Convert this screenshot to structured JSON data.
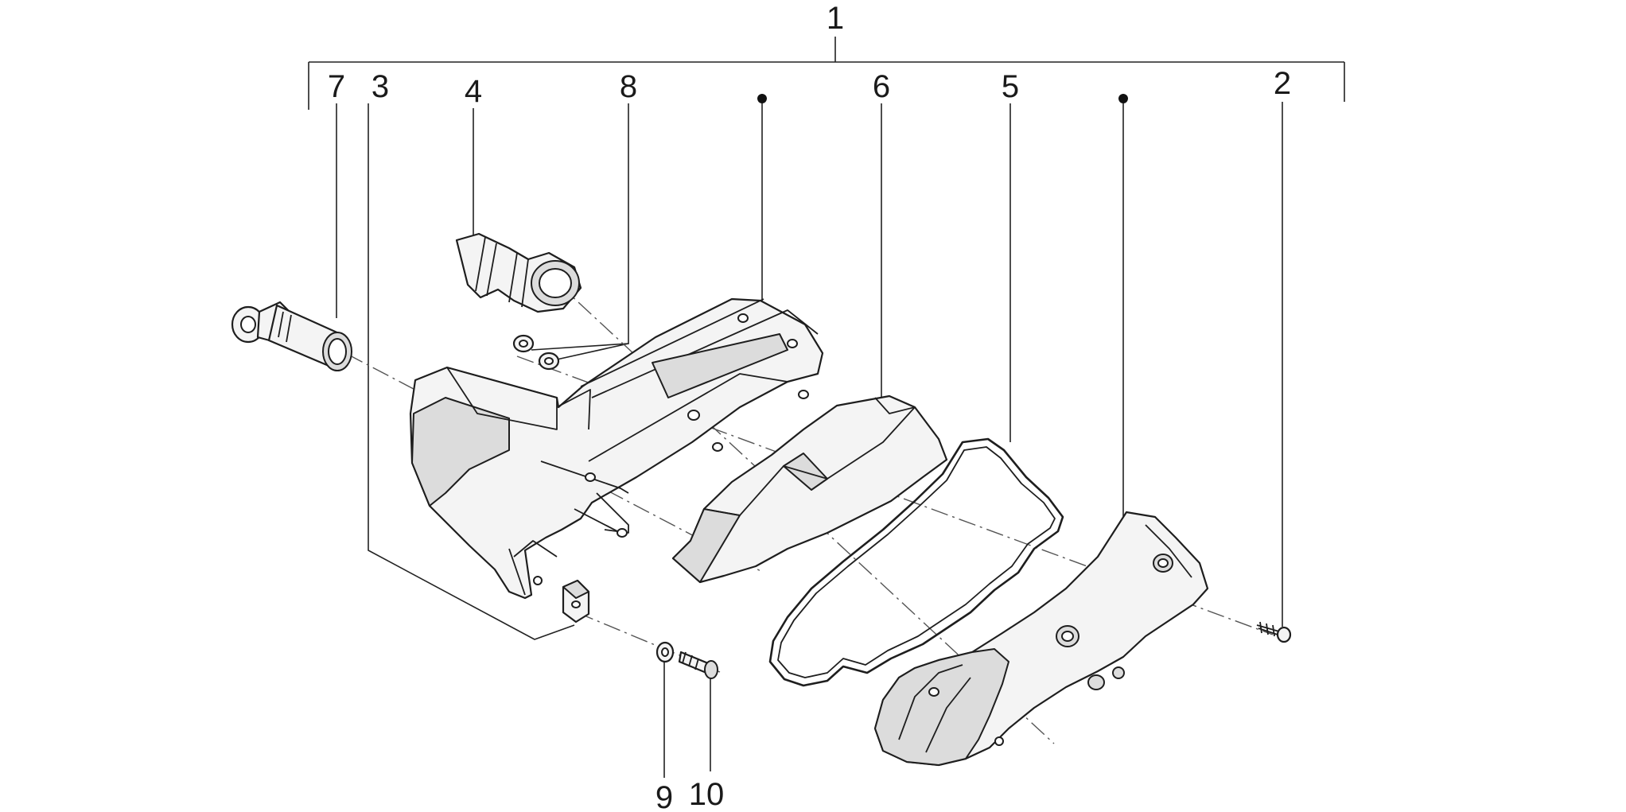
{
  "callouts": {
    "c1": "1",
    "c2": "2",
    "c3": "3",
    "c4": "4",
    "c5": "5",
    "c6": "6",
    "c7": "7",
    "c8": "8",
    "c9": "9",
    "c10": "10"
  },
  "colors": {
    "line": "#1e1e1e",
    "part_fill": "#f4f4f4",
    "part_shade": "#dcdcdc",
    "background": "#ffffff"
  }
}
